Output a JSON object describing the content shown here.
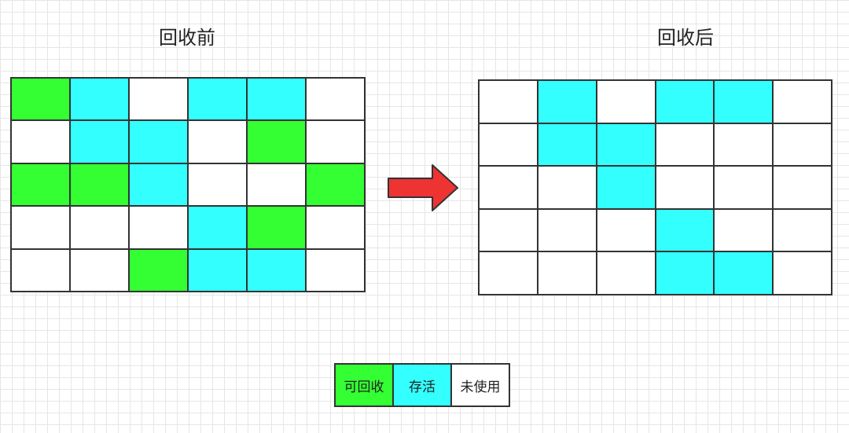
{
  "titles": {
    "before": "回收前",
    "after": "回收后"
  },
  "colors": {
    "collectable": "#33ff33",
    "alive": "#33ffff",
    "unused": "#ffffff",
    "arrow": "#ee3333"
  },
  "grids": {
    "before": [
      [
        "g",
        "c",
        "w",
        "c",
        "c",
        "w"
      ],
      [
        "w",
        "c",
        "c",
        "w",
        "g",
        "w"
      ],
      [
        "g",
        "g",
        "c",
        "w",
        "w",
        "g"
      ],
      [
        "w",
        "w",
        "w",
        "c",
        "g",
        "w"
      ],
      [
        "w",
        "w",
        "g",
        "c",
        "c",
        "w"
      ]
    ],
    "after": [
      [
        "w",
        "c",
        "w",
        "c",
        "c",
        "w"
      ],
      [
        "w",
        "c",
        "c",
        "w",
        "w",
        "w"
      ],
      [
        "w",
        "w",
        "c",
        "w",
        "w",
        "w"
      ],
      [
        "w",
        "w",
        "w",
        "c",
        "w",
        "w"
      ],
      [
        "w",
        "w",
        "w",
        "c",
        "c",
        "w"
      ]
    ]
  },
  "legend": [
    {
      "label": "可回收",
      "key": "g"
    },
    {
      "label": "存活",
      "key": "c"
    },
    {
      "label": "未使用",
      "key": "w"
    }
  ]
}
